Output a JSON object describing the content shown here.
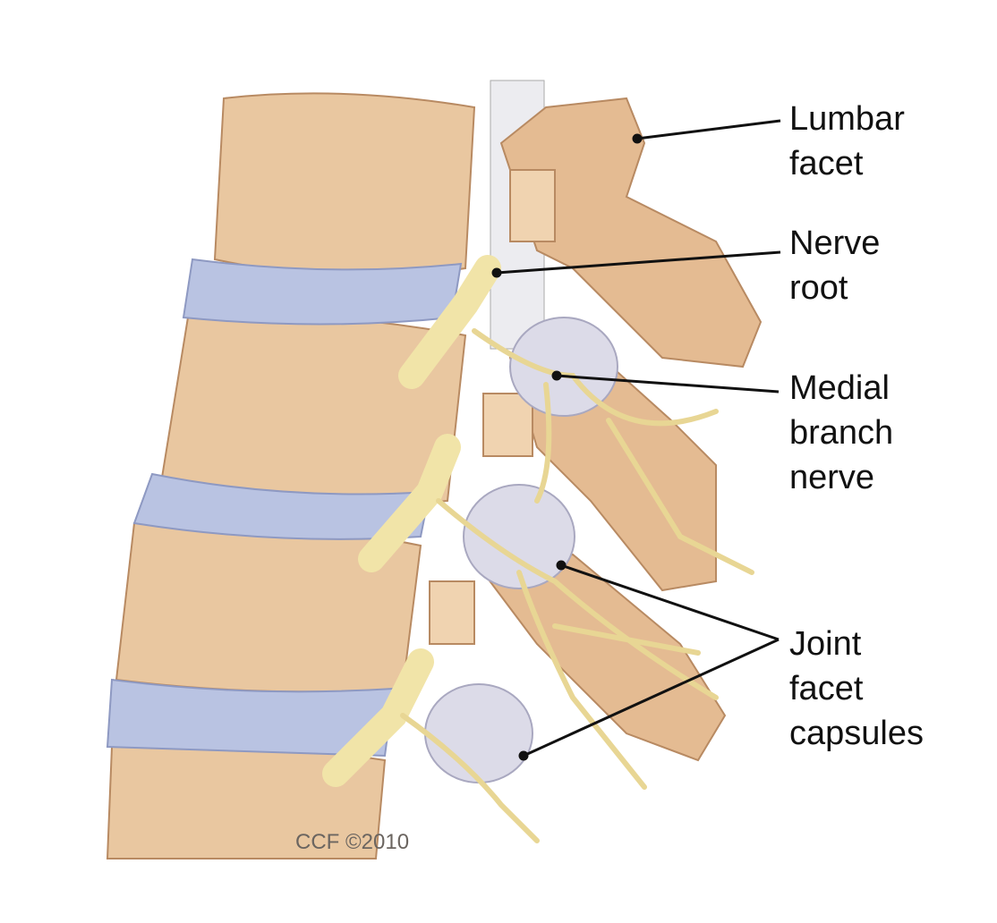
{
  "labels": {
    "lumbar_facet": [
      "Lumbar",
      "facet"
    ],
    "nerve_root": [
      "Nerve",
      "root"
    ],
    "medial_branch_nerve": [
      "Medial",
      "branch",
      "nerve"
    ],
    "joint_facet_capsules": [
      "Joint",
      "facet",
      "capsules"
    ]
  },
  "credit": "CCF ©2010",
  "colors": {
    "bone": "#e9c7a0",
    "bone_shade": "#c99a70",
    "disc": "#b9c3e2",
    "nerve": "#f1e4a8",
    "capsule": "#dcdbe8"
  }
}
